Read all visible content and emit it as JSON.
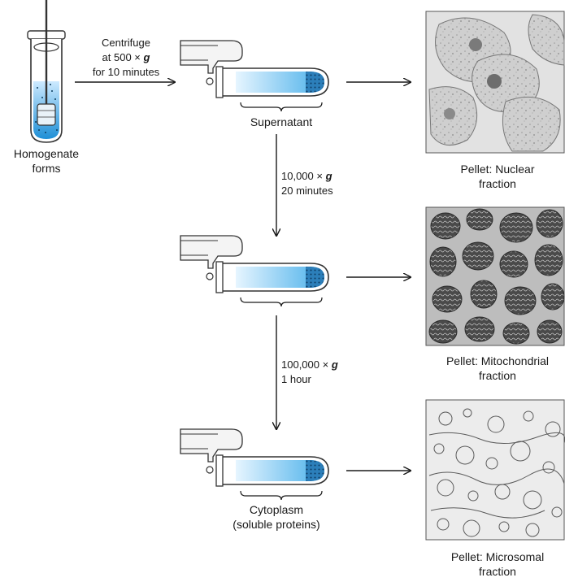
{
  "homogenizer": {
    "label_line1": "Homogenate",
    "label_line2": "forms"
  },
  "step1": {
    "line1": "Centrifuge",
    "line2_prefix": "at 500 ×",
    "line2_g": "g",
    "line3": "for 10 minutes"
  },
  "tube1": {
    "label": "Supernatant"
  },
  "step2": {
    "line1_prefix": "10,000 ×",
    "line1_g": "g",
    "line2": "20 minutes"
  },
  "step3": {
    "line1_prefix": "100,000 ×",
    "line1_g": "g",
    "line2": "1 hour"
  },
  "tube3": {
    "label_line1": "Cytoplasm",
    "label_line2": "(soluble proteins)"
  },
  "pellets": [
    {
      "line1": "Pellet: Nuclear",
      "line2": "fraction"
    },
    {
      "line1": "Pellet: Mitochondrial",
      "line2": "fraction"
    },
    {
      "line1": "Pellet: Microsomal",
      "line2": "fraction"
    }
  ],
  "colors": {
    "liquid_light": "#d8efff",
    "liquid_dark": "#3aa9e6",
    "pellet": "#1f6fa8",
    "photo_bg": "#dcdcdc"
  }
}
